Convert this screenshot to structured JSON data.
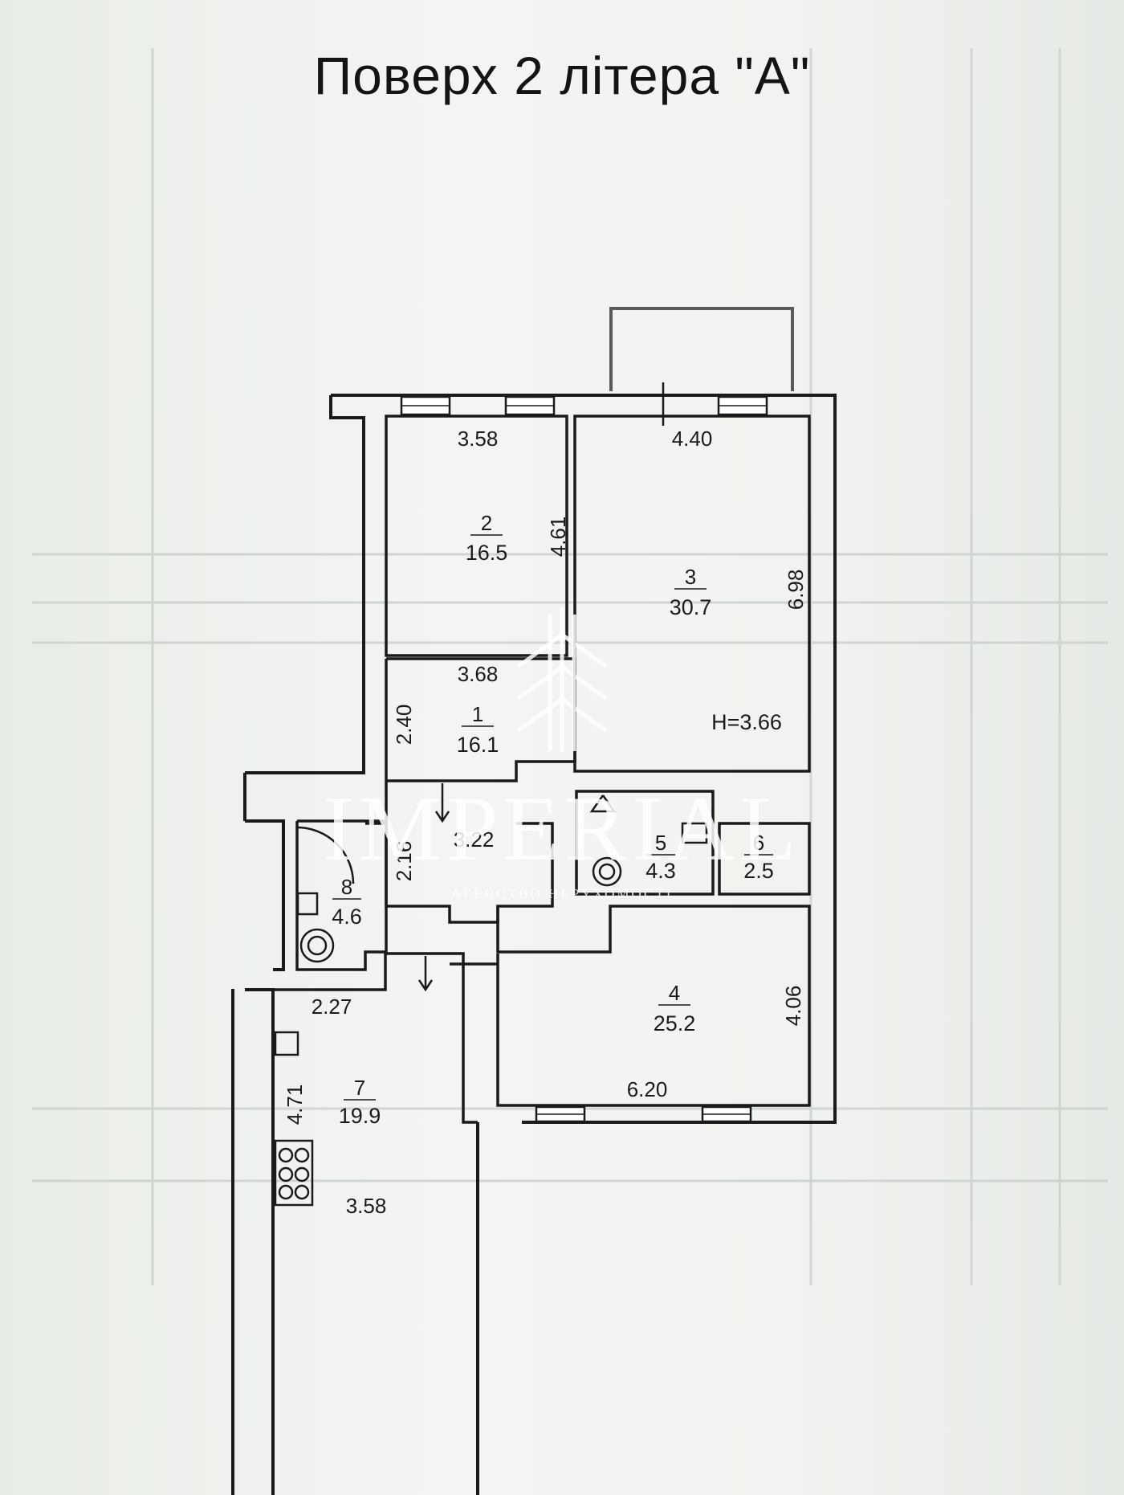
{
  "title": "Поверх 2 літера \"А\"",
  "watermark": {
    "brand": "IMPERIAL",
    "tagline": "АГЕНСТВО НЕРУХОМОСТІ"
  },
  "height_note": "H=3.66",
  "rooms": [
    {
      "number": "1",
      "area": "16.1"
    },
    {
      "number": "2",
      "area": "16.5"
    },
    {
      "number": "3",
      "area": "30.7"
    },
    {
      "number": "4",
      "area": "25.2"
    },
    {
      "number": "5",
      "area": "4.3"
    },
    {
      "number": "6",
      "area": "2.5"
    },
    {
      "number": "7",
      "area": "19.9"
    },
    {
      "number": "8",
      "area": "4.6"
    }
  ],
  "dimensions": {
    "room2_width": "3.58",
    "room2_depth": "4.61",
    "room3_width": "4.40",
    "room3_depth": "6.98",
    "room1_width": "3.68",
    "room1_depth": "2.40",
    "corridor_length": "3.22",
    "corridor_width": "2.16",
    "passage_width": "2.27",
    "room7_depth": "4.71",
    "room7_width": "3.58",
    "room4_depth": "4.06",
    "room4_width": "6.20"
  },
  "colors": {
    "wall": "#1a1a1a",
    "paper": "#eef2ee",
    "ghost": "#b9c0bb",
    "balcony": "#5a5a5a"
  }
}
